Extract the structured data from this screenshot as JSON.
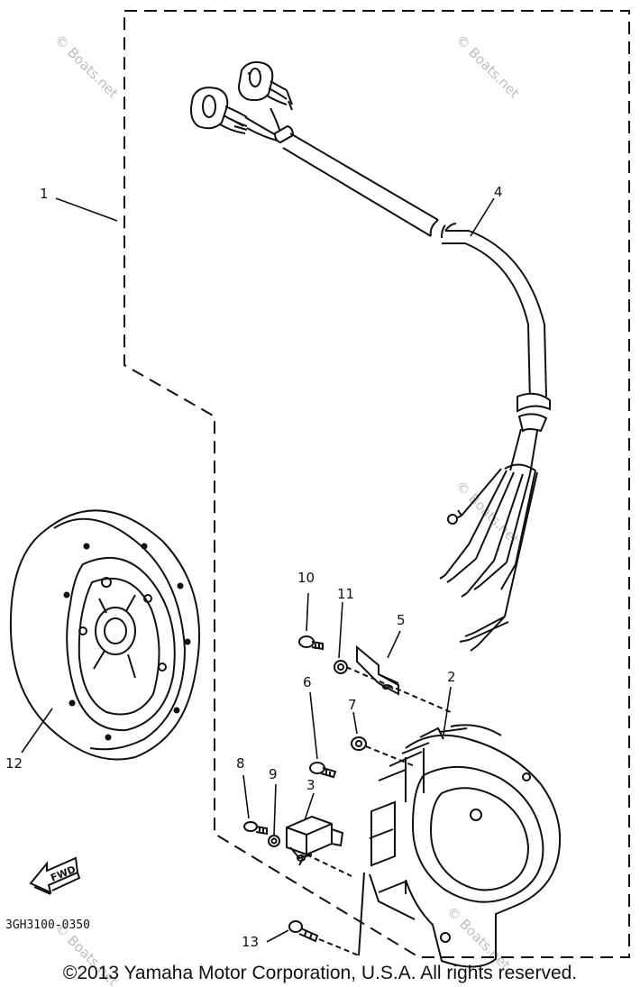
{
  "diagram": {
    "part_labels": {
      "p1": "1",
      "p2": "2",
      "p3": "3",
      "p4": "4",
      "p5": "5",
      "p6": "6",
      "p7": "7",
      "p8": "8",
      "p9": "9",
      "p10": "10",
      "p11": "11",
      "p12": "12",
      "p13": "13"
    },
    "drawing_code": "3GH3100-0350",
    "fwd_label": "FWD",
    "watermark": "© Boats.net",
    "copyright": "©2013 Yamaha Motor Corporation, U.S.A. All rights reserved."
  },
  "colors": {
    "ink": "#111111",
    "watermark": "#bdbdbd",
    "background": "#ffffff"
  },
  "icons": [
    "fwd-arrow-icon"
  ]
}
